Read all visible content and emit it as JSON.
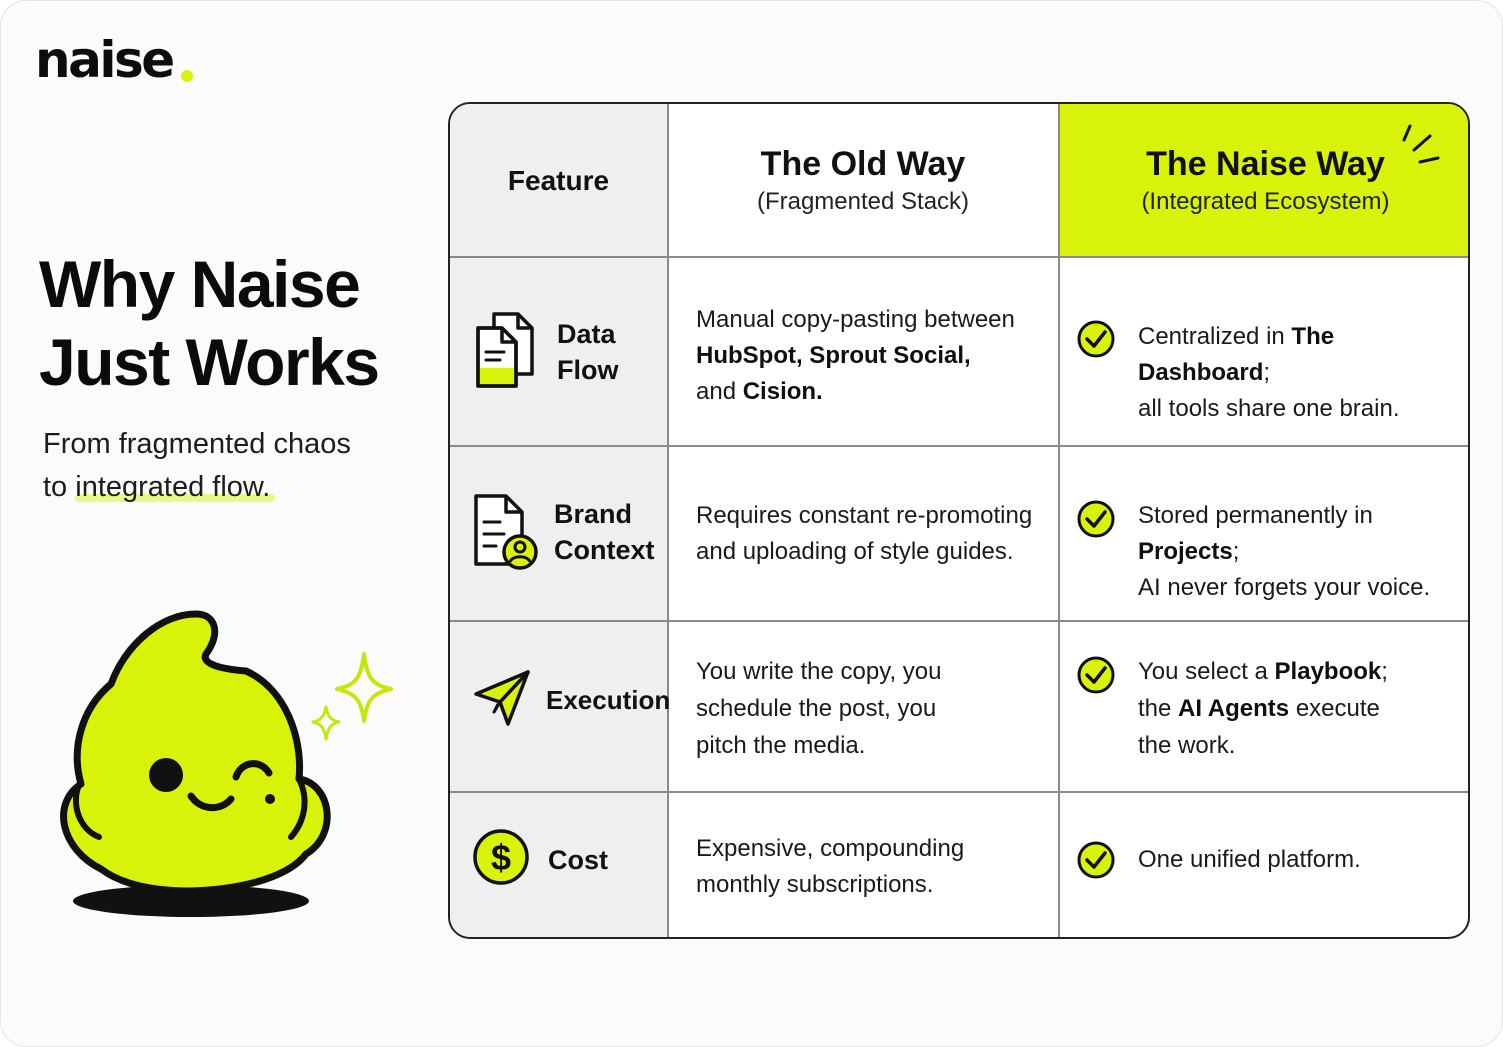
{
  "brand": {
    "logo_text": "naise",
    "accent": "#d8f20a"
  },
  "hero": {
    "title_line1": "Why Naise",
    "title_line2": "Just Works",
    "sub_line1": "From fragmented chaos",
    "sub_line2_prefix": "to ",
    "sub_line2_highlight": "integrated flow."
  },
  "table": {
    "header": {
      "feature": "Feature",
      "old_title": "The Old Way",
      "old_sub": "(Fragmented Stack)",
      "naise_title": "The Naise Way",
      "naise_sub": "(Integrated Ecosystem)"
    },
    "rows": [
      {
        "feature_line1": "Data",
        "feature_line2": "Flow",
        "icon": "documents-icon",
        "old": [
          [
            "Manual copy-pasting between",
            ""
          ],
          [
            "",
            "HubSpot, Sprout Social,"
          ],
          [
            "and ",
            "Cision."
          ]
        ],
        "old_plain": "Manual copy-pasting between HubSpot, Sprout Social, and Cision.",
        "naise_parts": [
          "Centralized in ",
          "The Dashboard",
          ";",
          "all tools share one brain."
        ]
      },
      {
        "feature_line1": "Brand",
        "feature_line2": "Context",
        "icon": "document-user-icon",
        "old_line1": "Requires constant re-promoting",
        "old_line2": "and uploading of style guides.",
        "naise_parts": [
          "Stored permanently in ",
          "Projects",
          ";",
          "AI never forgets your voice."
        ]
      },
      {
        "feature_line1": "Execution",
        "icon": "paper-plane-icon",
        "old_line1": "You write the copy, you",
        "old_line2": "schedule the post, you",
        "old_line3": "pitch the media.",
        "naise_parts": [
          "You select a ",
          "Playbook",
          ";",
          "the ",
          "AI Agents",
          " execute",
          "the work."
        ]
      },
      {
        "feature_line1": "Cost",
        "icon": "dollar-coin-icon",
        "old_line1": "Expensive, compounding",
        "old_line2": "monthly subscriptions.",
        "naise_line1": "One unified platform."
      }
    ]
  }
}
